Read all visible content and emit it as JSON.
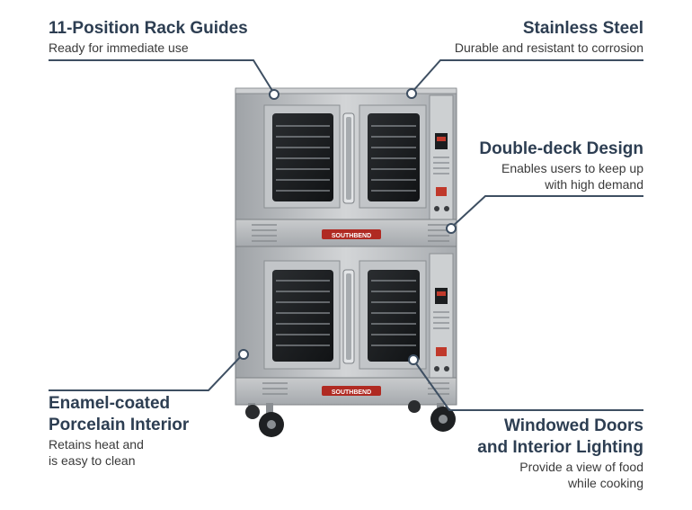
{
  "callouts": {
    "rack_guides": {
      "title": "11-Position Rack Guides",
      "subtitle": "Ready for immediate use"
    },
    "stainless": {
      "title": "Stainless Steel",
      "subtitle": "Durable and resistant to corrosion"
    },
    "double_deck": {
      "title": "Double-deck Design",
      "subtitle_lines": [
        "Enables users to keep up",
        "with high demand"
      ]
    },
    "enamel": {
      "title_lines": [
        "Enamel-coated",
        "Porcelain Interior"
      ],
      "subtitle_lines": [
        "Retains heat and",
        "is easy to clean"
      ]
    },
    "windowed": {
      "title_lines": [
        "Windowed Doors",
        "and Interior Lighting"
      ],
      "subtitle_lines": [
        "Provide a view of food",
        "while cooking"
      ]
    }
  },
  "product": {
    "brand_label": "SOUTHBEND"
  },
  "colors": {
    "title": "#2d3e52",
    "line": "#3e4f62",
    "steel": "#b9bcbf",
    "badge": "#c0392b"
  }
}
